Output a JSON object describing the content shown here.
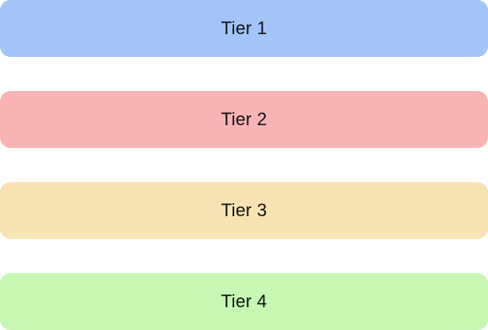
{
  "tiers": [
    {
      "label": "Tier 1",
      "color": "#a3c4f9"
    },
    {
      "label": "Tier 2",
      "color": "#f8b4b4"
    },
    {
      "label": "Tier 3",
      "color": "#f8e3b3"
    },
    {
      "label": "Tier 4",
      "color": "#c6f8b3"
    }
  ]
}
